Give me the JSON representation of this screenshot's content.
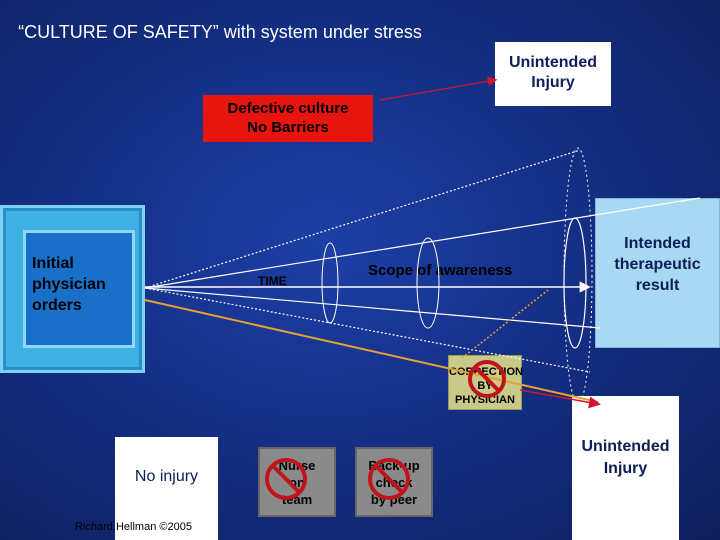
{
  "title": "“CULTURE OF SAFETY” with system under stress",
  "defective_box": {
    "line1": "Defective culture",
    "line2": "No Barriers"
  },
  "unintended_injury_top": {
    "line1": "Unintended",
    "line2": "Injury"
  },
  "initial_orders": {
    "line1": "Initial",
    "line2": "physician",
    "line3": "orders"
  },
  "time_label": "TIME",
  "scope_label": "Scope of awareness",
  "intended_result": {
    "line1": "Intended",
    "line2": "therapeutic",
    "line3": "result"
  },
  "correction": {
    "line1": "CORRECTION",
    "line2": "BY",
    "line3": "PHYSICIAN"
  },
  "unintended_injury_right": {
    "line1": "Unintended",
    "line2": "Injury"
  },
  "no_injury": "No injury",
  "nurse_box": {
    "line1": "Nurse",
    "line2": "on",
    "line3": "team"
  },
  "backup_box": {
    "line1": "Back-up",
    "line2": "check",
    "line3": "by peer"
  },
  "credit": "Richard Hellman ©2005",
  "colors": {
    "background": "#142f86",
    "red_box": "#e8150e",
    "arrow_red": "#d4142c",
    "physician_box": "#3fb0e4",
    "intended_box": "#a8d8f2",
    "orange_line": "#e8a030",
    "no_sign": "#c0141c"
  }
}
